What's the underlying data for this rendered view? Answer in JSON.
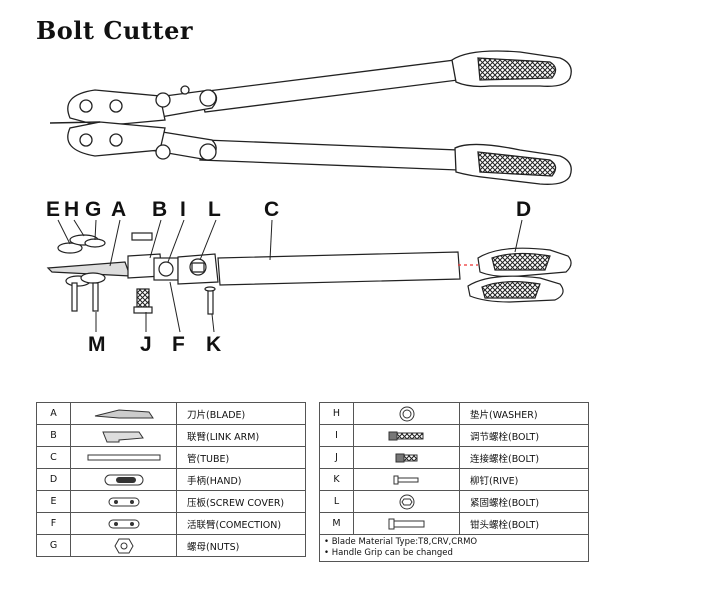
{
  "title": "Bolt Cutter",
  "callouts_top": [
    "E",
    "H",
    "G",
    "A",
    "B",
    "I",
    "L",
    "C",
    "D"
  ],
  "callouts_bottom": [
    "M",
    "J",
    "F",
    "K"
  ],
  "parts_left": [
    {
      "code": "A",
      "icon": "blade-icon",
      "desc": "刀片(BLADE)"
    },
    {
      "code": "B",
      "icon": "link-arm-icon",
      "desc": "联臂(LINK ARM)"
    },
    {
      "code": "C",
      "icon": "tube-icon",
      "desc": "管(TUBE)"
    },
    {
      "code": "D",
      "icon": "hand-grip-icon",
      "desc": "手柄(HAND)"
    },
    {
      "code": "E",
      "icon": "screw-cover-icon",
      "desc": "压板(SCREW COVER)"
    },
    {
      "code": "F",
      "icon": "connection-plate-icon",
      "desc": "活联臂(COMECTION)"
    },
    {
      "code": "G",
      "icon": "nut-icon",
      "desc": "螺母(NUTS)"
    }
  ],
  "parts_right": [
    {
      "code": "H",
      "icon": "washer-icon",
      "desc": "垫片(WASHER)"
    },
    {
      "code": "I",
      "icon": "adjust-bolt-icon",
      "desc": "调节螺栓(BOLT)"
    },
    {
      "code": "J",
      "icon": "connect-bolt-icon",
      "desc": "连接螺栓(BOLT)"
    },
    {
      "code": "K",
      "icon": "rivet-icon",
      "desc": "柳钉(RIVE)"
    },
    {
      "code": "L",
      "icon": "fastening-bolt-icon",
      "desc": "紧固螺栓(BOLT)"
    },
    {
      "code": "M",
      "icon": "jaw-bolt-icon",
      "desc": "钳头螺栓(BOLT)"
    }
  ],
  "notes": [
    "• Blade Material Type:T8,CRV,CRMO",
    "• Handle Grip can be changed"
  ]
}
